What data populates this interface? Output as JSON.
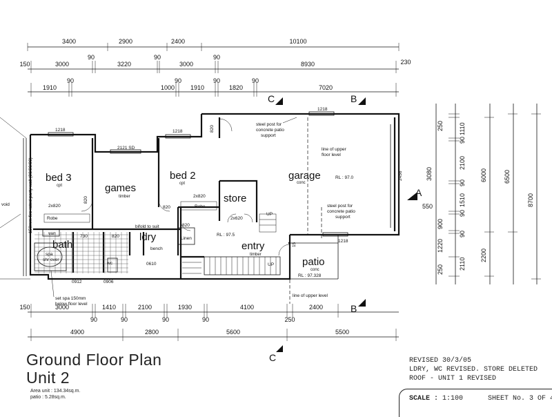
{
  "dims_top": {
    "row1": [
      "3400",
      "2900",
      "2400",
      "10100"
    ],
    "row2": [
      "150",
      "3000",
      "90",
      "3220",
      "90",
      "3000",
      "90",
      "8930",
      "230"
    ],
    "row3": [
      "1910",
      "90",
      "1000",
      "90",
      "1910",
      "90",
      "1820",
      "90",
      "7020"
    ]
  },
  "dims_bottom": {
    "row1": [
      "150",
      "3000",
      "90",
      "1410",
      "90",
      "2100",
      "90",
      "1930",
      "90",
      "4100",
      "250",
      "2400"
    ],
    "row2": [
      "4900",
      "2800",
      "5600",
      "5500"
    ]
  },
  "dims_right": {
    "inner": [
      "250",
      "1110",
      "90",
      "2100",
      "90",
      "1510",
      "90",
      "900",
      "90",
      "1220",
      "2110",
      "250"
    ],
    "middle": [
      "3080",
      "550"
    ],
    "outer": [
      "6000",
      "2200"
    ],
    "outer2": [
      "6500"
    ],
    "total": [
      "8700"
    ]
  },
  "section_marks": {
    "c": "C",
    "b": "B",
    "a": "A"
  },
  "rooms": {
    "bed3": {
      "label": "bed 3",
      "finish": "cpt"
    },
    "games": {
      "label": "games",
      "finish": "timber"
    },
    "bed2": {
      "label": "bed 2",
      "finish": "cpt"
    },
    "garage": {
      "label": "garage",
      "finish": "conc",
      "rl": "RL : 97.0"
    },
    "store": {
      "label": "store"
    },
    "entry": {
      "label": "entry",
      "finish": "timber",
      "rl": "RL : 97.5"
    },
    "patio": {
      "label": "patio",
      "finish": "conc",
      "rl": "RL : 97.328"
    },
    "bath": {
      "label": "bath"
    },
    "ldry": {
      "label": "ldry"
    },
    "void": {
      "label": "void"
    }
  },
  "notes": {
    "window_bed3": "1218",
    "window_bed2": "1218",
    "window_games": "2121 SD",
    "window_garage_top": "1218",
    "window_garage_bottom": "1218",
    "robe1_size": "2x820",
    "robe1": "Robe",
    "robe2_size": "2x820",
    "robe2": "Robe",
    "door_games": "820",
    "door_bed2": "820",
    "door_garage": "820",
    "door_linen": "820",
    "store_door": "2x620",
    "linen": "Linen",
    "steel_post_1": [
      "steel post for",
      "concrete patio",
      "support"
    ],
    "steel_post_2": [
      "steel post for",
      "concrete patio",
      "support"
    ],
    "line_upper_1": [
      "line of upper",
      "floor level"
    ],
    "line_upper_2": "line of upper level",
    "garage_depth": "2456",
    "spa_note": [
      "set spa 150mm",
      "below floor level"
    ],
    "party_wall": "150mm fire rated party wall (90/90/90)",
    "spa": "spa",
    "shr_over": "shr over",
    "van": "van",
    "wc": "wc",
    "bench": "bench",
    "bifold": "bifold to suit",
    "up1": "UP",
    "up2": "UP",
    "win_0912": "0912",
    "win_0906": "0906",
    "win_0610": "0610",
    "d_730": "730",
    "d_820b": "820",
    "d_15": "15"
  },
  "title": [
    "Ground Floor Plan",
    "Unit 2"
  ],
  "areas": [
    "Area unit :  134.34sq.m.",
    "patio :  5.28sq.m."
  ],
  "revised": [
    "REVISED 30/3/05",
    "LDRY, WC REVISED. STORE DELETED",
    "ROOF - UNIT 1 REVISED"
  ],
  "scale_label": "SCALE :",
  "scale_value": "1:100",
  "sheet": "SHEET No.  3 OF 4"
}
